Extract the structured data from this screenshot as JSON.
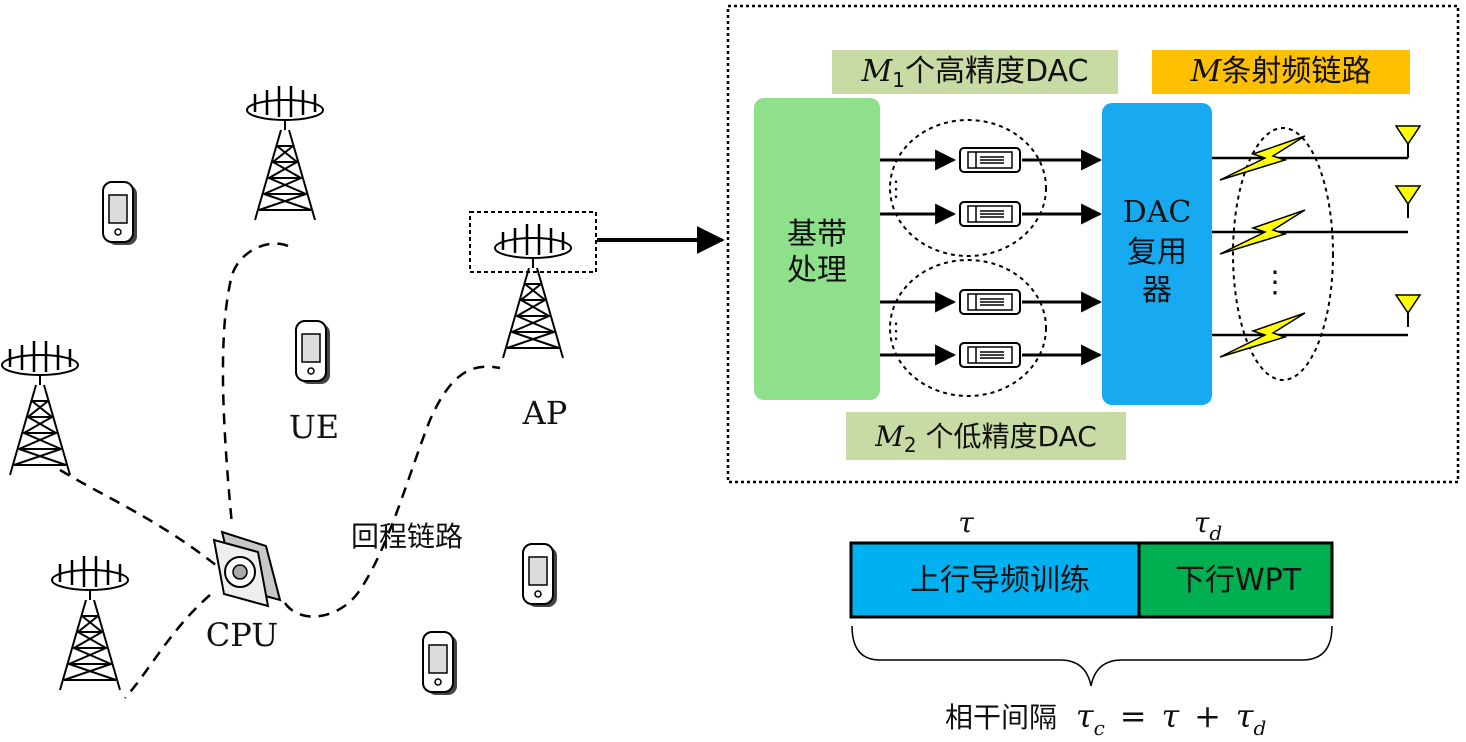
{
  "left_scene": {
    "ue_label": "UE",
    "ap_label": "AP",
    "cpu_label": "CPU",
    "backhaul_label": "回程链路"
  },
  "ap_detail": {
    "high_dac_label": {
      "sym": "M",
      "sub": "1",
      "text": "个高精度DAC"
    },
    "low_dac_label": {
      "sym": "M",
      "sub": "2",
      "text": " 个低精度DAC"
    },
    "rf_chain_label": {
      "sym": "M",
      "text": "条射频链路"
    },
    "baseband_label_line1": "基带",
    "baseband_label_line2": "处理",
    "mux_label_line1": "DAC",
    "mux_label_line2": "复用",
    "mux_label_line3": "器",
    "dots": "⋮",
    "colors": {
      "baseband": "#8fe08a",
      "mux": "#17aaf0",
      "high_dac_tag": "#c9dba4",
      "low_dac_tag": "#c9dba4",
      "rf_tag": "#ffc000",
      "lightning": "#ffff00",
      "antenna": "#ffff00"
    }
  },
  "frame": {
    "tau_label": "τ",
    "tau_d_label": {
      "sym": "τ",
      "sub": "d"
    },
    "uplink_label": "上行导频训练",
    "downlink_label": "下行WPT",
    "coherence_text": "相干间隔",
    "formula": {
      "sym": "τ",
      "sub_c": "c",
      "eq": "=",
      "tau": "τ",
      "plus": "+",
      "sub_d": "d"
    },
    "colors": {
      "uplink": "#00b0f0",
      "downlink": "#00b050"
    }
  }
}
